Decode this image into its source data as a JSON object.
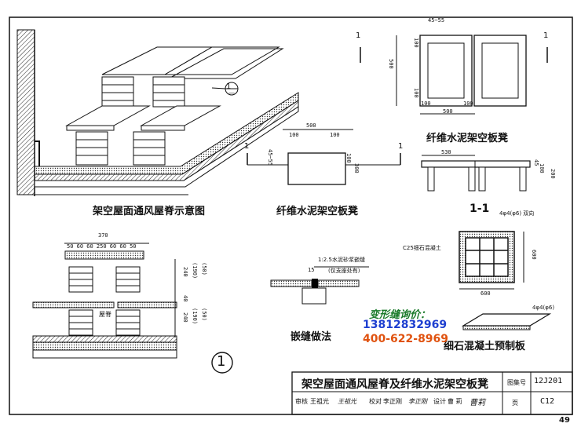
{
  "captions": {
    "ridge_schematic": "架空屋面通风屋脊示意图",
    "stool_plan": "纤维水泥架空板凳",
    "stool_elevation": "纤维水泥架空板凳",
    "joint_method": "嵌缝做法",
    "precast_slab": "细石混凝土预制板",
    "section_1_1": "1-1",
    "detail_number": "1",
    "detail_ref_top": "1",
    "detail_ref_bottom": "—"
  },
  "notes": {
    "c25_concrete": "C25细石混凝土",
    "rebar_top": "4φ4(φ6) 双向",
    "rebar_bottom": "4φ4(φ6)",
    "mortar_line1": "1:2.5水泥砂浆嵌缝",
    "mortar_line2": "(仅支座处有)",
    "ridge_label": "屋脊",
    "section_mark_left": "1",
    "section_mark_right": "1"
  },
  "dims": {
    "top_right_plan": {
      "d1": "45~55",
      "d2": "500",
      "d3": "100",
      "d4": "100",
      "d5": "100",
      "d6": "100",
      "d7": "500"
    },
    "stool_plan": {
      "d1": "500",
      "d2": "100",
      "d3": "100",
      "d4": "45~55",
      "d5": "300",
      "d6": "100"
    },
    "stool_elev": {
      "d1": "530",
      "d2": "45",
      "d3": "100",
      "d4": "200"
    },
    "slab": {
      "d1": "600",
      "d2": "600"
    },
    "ridge_section": {
      "top": "370",
      "sub": "50 60 60  250  60 60 50",
      "v1": "240",
      "v2": "(190)",
      "v3": "(50)",
      "v4": "240",
      "v5": "(190)",
      "v6": "(50)",
      "v7": "40"
    },
    "joint": {
      "d1": "15"
    }
  },
  "advert": {
    "line1": "变形缝询价：",
    "line2": "13812832969",
    "line3": "400-622-8969"
  },
  "title_block": {
    "title": "架空屋面通风屋脊及纤维水泥架空板凳",
    "atlas_label": "图集号",
    "atlas_no": "12J201",
    "page_label": "页",
    "page_no": "C12",
    "review_label": "审核",
    "review_name": "王祖光",
    "check_label": "校对",
    "check_name": "李正刚",
    "design_label": "设计",
    "design_name": "曹 莉",
    "sign1": "王祖光",
    "sign2": "李正刚",
    "sign3": "曹莉"
  },
  "page_number": "49"
}
